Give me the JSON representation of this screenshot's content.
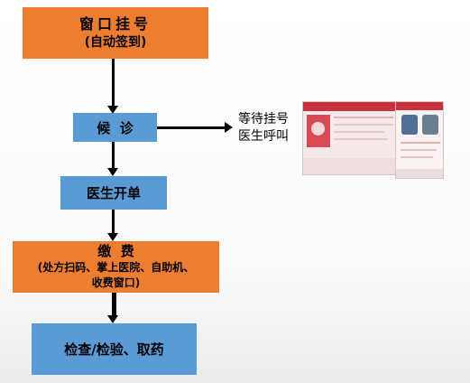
{
  "steps": {
    "step1": {
      "line1": "窗口挂号",
      "line2": "(自动签到)"
    },
    "step2": {
      "label": "候  诊"
    },
    "step3": {
      "label": "医生开单"
    },
    "step4": {
      "line1": "缴  费",
      "line2": "(处方扫码、掌上医院、自助机、",
      "line3": "收费窗口)"
    },
    "step5": {
      "label": "检查/检验、取药"
    }
  },
  "side_note": {
    "line1": "等待挂号",
    "line2": "医生呼叫"
  },
  "colors": {
    "orange": "#ed7d31",
    "blue": "#5b9bd5"
  }
}
